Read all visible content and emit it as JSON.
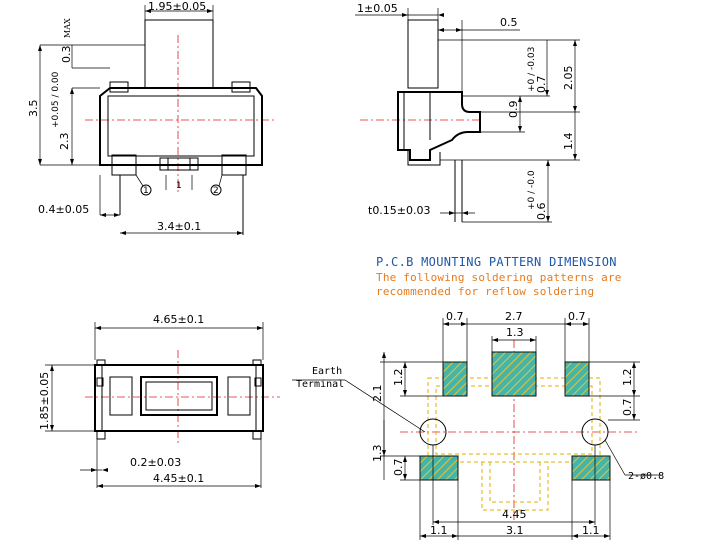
{
  "top_view": {
    "width_button": "1.95±0.05",
    "max_label": "MAX",
    "height_button": "0.3",
    "height_total": "3.5",
    "height_body": "2.3",
    "height_body_tol": "+0.05 / 0.00",
    "pin1": "1",
    "pin2": "2",
    "pin_gap": "1",
    "terminal_width": "0.4±0.05",
    "body_width": "3.4±0.1"
  },
  "side_view": {
    "button_thickness": "1±0.05",
    "offset": "0.5",
    "height_upper": "2.05",
    "height_stem": "0.7",
    "height_stem_tol": "+0 / -0.03",
    "height_mid": "0.9",
    "height_lower": "1.4",
    "terminal_thickness": "t0.15±0.03",
    "terminal_height": "0.6",
    "terminal_height_tol": "+0 / -0.0"
  },
  "bottom_view": {
    "length_top": "4.65±0.1",
    "depth": "1.85±0.05",
    "edge_offset": "0.2±0.03",
    "length_bottom": "4.45±0.1"
  },
  "pcb": {
    "title": "P.C.B MOUNTING PATTERN DIMENSION",
    "note_line1": "The following soldering patterns are",
    "note_line2": "recommended for reflow soldering",
    "earth_label_line1": "Earth",
    "earth_label_line2": "Terminal",
    "pad_left": "0.7",
    "pad_span": "2.7",
    "pad_right": "0.7",
    "pad_center": "1.3",
    "pad_height_left": "1.2",
    "pad_height_right": "1.2",
    "span_vertical": "2.1",
    "pad_gap_right": "0.7",
    "lower_height": "1.3",
    "lower_pad": "0.7",
    "hole_label": "2-ø0.8",
    "bottom_span": "4.45",
    "bottom_left": "1.1",
    "bottom_mid": "3.1",
    "bottom_right": "1.1"
  }
}
